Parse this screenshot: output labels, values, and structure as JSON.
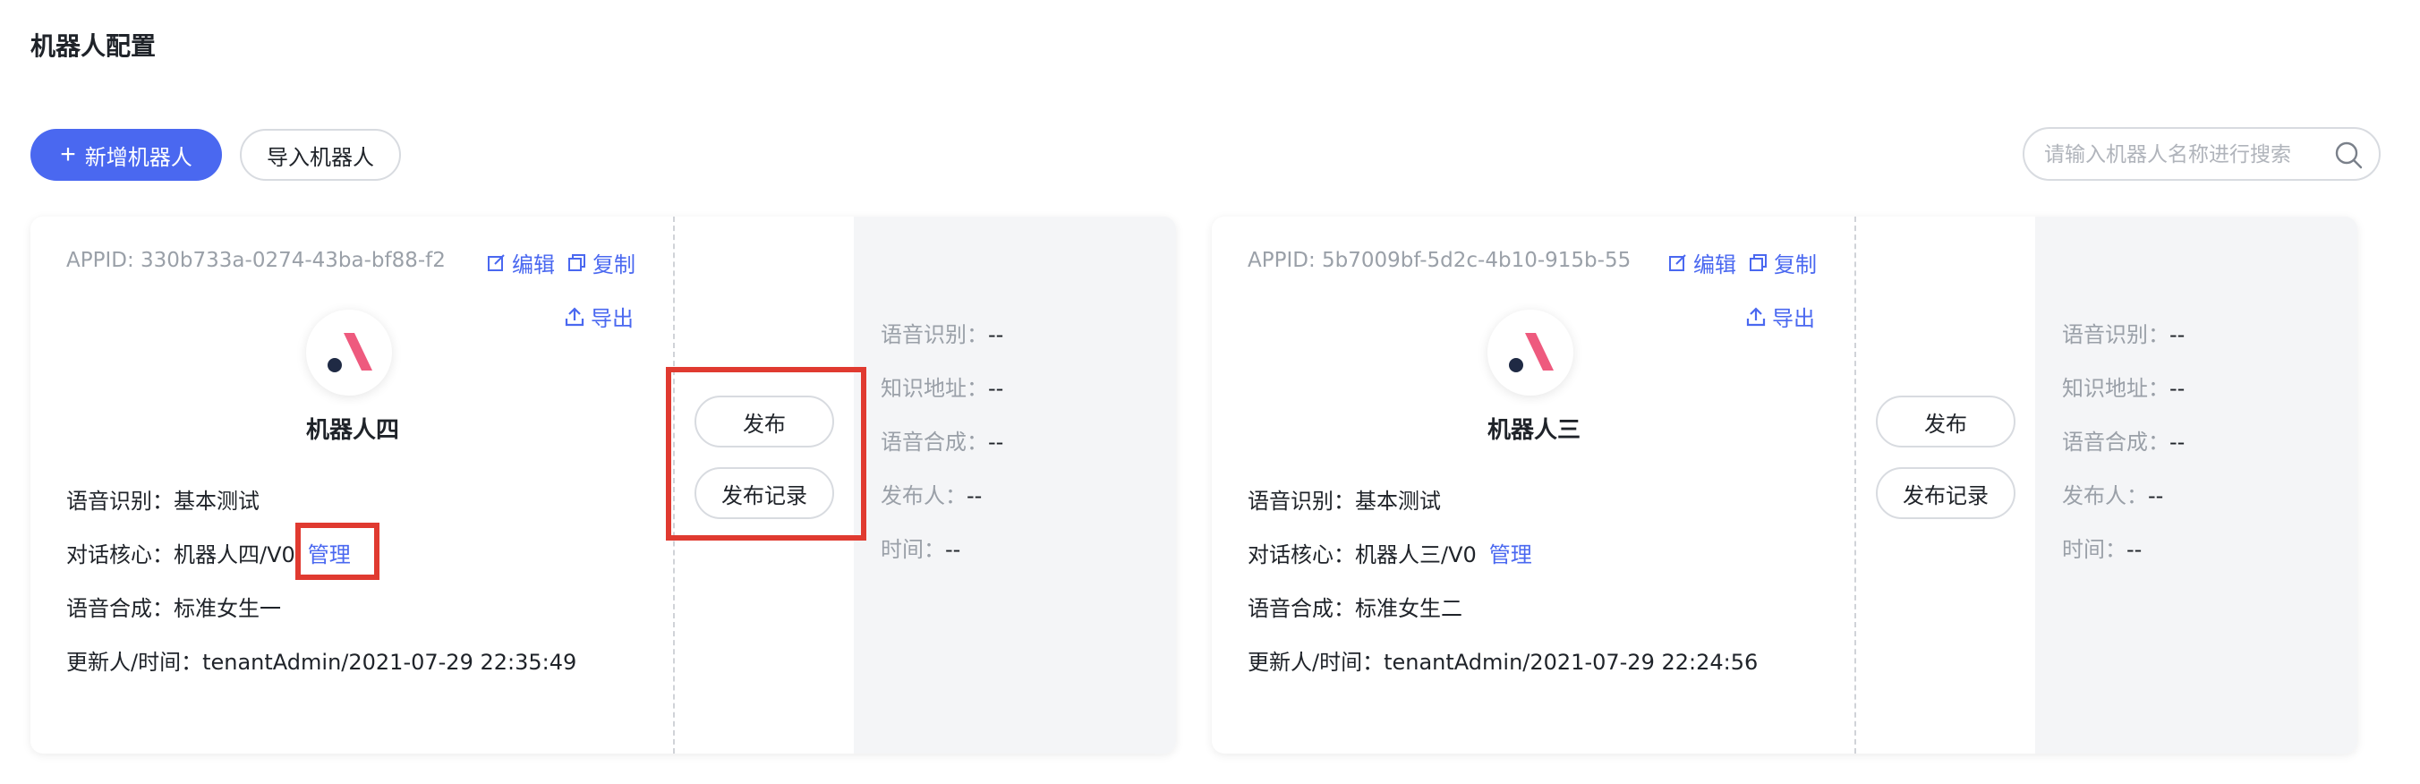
{
  "header": {
    "title": "机器人配置"
  },
  "toolbar": {
    "add_label": "新增机器人",
    "import_label": "导入机器人",
    "search_placeholder": "请输入机器人名称进行搜索"
  },
  "actions": {
    "edit": "编辑",
    "copy": "复制",
    "export": "导出",
    "manage": "管理",
    "publish": "发布",
    "publish_history": "发布记录"
  },
  "cards": [
    {
      "appid": "APPID: 330b733a-0274-43ba-bf88-f2",
      "name": "机器人四",
      "asr": "语音识别：基本测试",
      "core": "对话核心：机器人四/V0",
      "tts": "语音合成：标准女生一",
      "updater": "更新人/时间：tenantAdmin/2021-07-29 22:35:49",
      "published": [
        {
          "key": "语音识别：",
          "value": "--"
        },
        {
          "key": "知识地址：",
          "value": "--"
        },
        {
          "key": "语音合成：",
          "value": "--"
        },
        {
          "key": "发布人：",
          "value": "--"
        },
        {
          "key": "时间：",
          "value": "--"
        }
      ]
    },
    {
      "appid": "APPID: 5b7009bf-5d2c-4b10-915b-55",
      "name": "机器人三",
      "asr": "语音识别：基本测试",
      "core": "对话核心：机器人三/V0",
      "tts": "语音合成：标准女生二",
      "updater": "更新人/时间：tenantAdmin/2021-07-29 22:24:56",
      "published": [
        {
          "key": "语音识别：",
          "value": "--"
        },
        {
          "key": "知识地址：",
          "value": "--"
        },
        {
          "key": "语音合成：",
          "value": "--"
        },
        {
          "key": "发布人：",
          "value": "--"
        },
        {
          "key": "时间：",
          "value": "--"
        }
      ]
    }
  ],
  "colors": {
    "primary": "#4a68f0",
    "highlight": "#e03a30",
    "logo_pink": "#ee5a7e",
    "logo_dark": "#1f2a44"
  }
}
